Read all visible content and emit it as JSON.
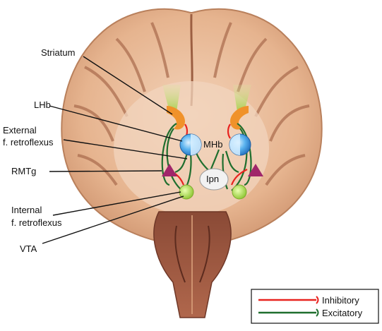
{
  "labels": {
    "striatum": "Striatum",
    "lhb": "LHb",
    "external_line1": "External",
    "external_line2": "f. retroflexus",
    "rmtg": "RMTg",
    "internal_line1": "Internal",
    "internal_line2": "f. retroflexus",
    "vta": "VTA",
    "mhb": "MHb",
    "ipn": "Ipn"
  },
  "legend": {
    "inhibitory": "Inhibitory",
    "excitatory": "Excitatory"
  },
  "colors": {
    "inhibitory": "#e8231f",
    "excitatory": "#1f6e2e",
    "brain_outer": "#d9a37b",
    "brain_inner": "#f0cbb0",
    "striatum_orange": "#f0922a",
    "habenula_blue": "#4aa3e6",
    "rmtg_purple": "#a0266a",
    "vta_green": "#b5e04a",
    "ipn_white": "#f2f2f2"
  }
}
